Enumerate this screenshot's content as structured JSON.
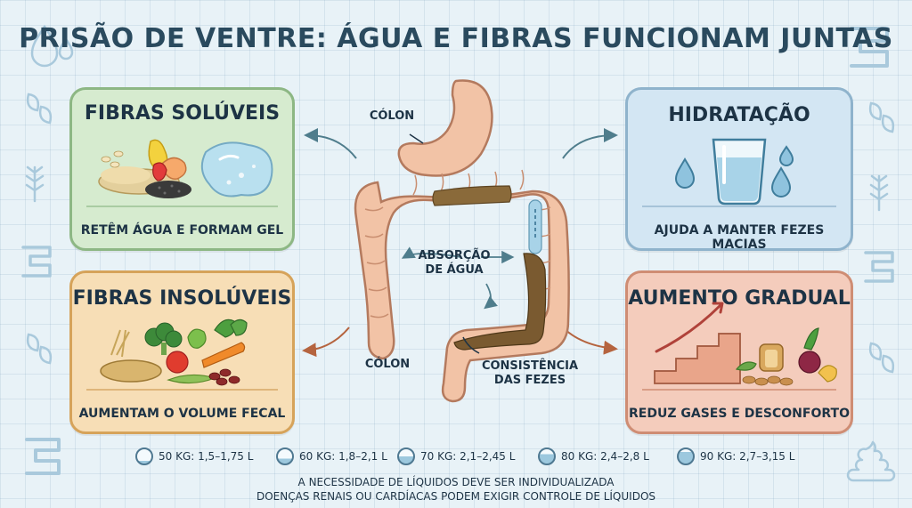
{
  "title": "PRISÃO DE VENTRE: ÁGUA E FIBRAS FUNCIONAM JUNTAS",
  "panels": {
    "soluveis": {
      "title": "FIBRAS SOLÚVEIS",
      "caption": "RETÊM ÁGUA E FORMAM GEL"
    },
    "insoluveis": {
      "title": "FIBRAS INSOLÚVEIS",
      "caption": "AUMENTAM O VOLUME FECAL"
    },
    "hidratacao": {
      "title": "HIDRATAÇÃO",
      "caption": "AJUDA A MANTER FEZES MACIAS"
    },
    "aumento": {
      "title": "AUMENTO GRADUAL",
      "caption": "REDUZ GASES E DESCONFORTO"
    }
  },
  "diagram": {
    "colon_top_label": "CÓLON",
    "colon_bottom_label": "CÓLON",
    "absorption_line1": "ABSORÇÃO",
    "absorption_line2": "DE ÁGUA",
    "consistency_line1": "CONSISTÊNCIA",
    "consistency_line2": "DAS FEZES"
  },
  "legend": [
    {
      "text": "50 KG: 1,5–1,75 L",
      "fill_fraction": 0.2
    },
    {
      "text": "60 KG: 1,8–2,1 L",
      "fill_fraction": 0.35
    },
    {
      "text": "70 KG: 2,1–2,45 L",
      "fill_fraction": 0.5
    },
    {
      "text": "80 KG: 2,4–2,8 L",
      "fill_fraction": 0.65
    },
    {
      "text": "90 KG: 2,7–3,15 L",
      "fill_fraction": 0.8
    }
  ],
  "footnotes": {
    "line1": "A NECESSIDADE DE LÍQUIDOS DEVE SER INDIVIDUALIZADA",
    "line2": "DOENÇAS RENAIS OU CARDÍACAS PODEM EXIGIR CONTROLE DE LÍQUIDOS"
  },
  "colors": {
    "soluveis": "#d6ebcf",
    "insoluveis": "#f7deb6",
    "hidratacao": "#d3e6f3",
    "aumento": "#f4ccbc",
    "arrow": "#4f7d8c",
    "arrow_warm": "#b5643f"
  }
}
